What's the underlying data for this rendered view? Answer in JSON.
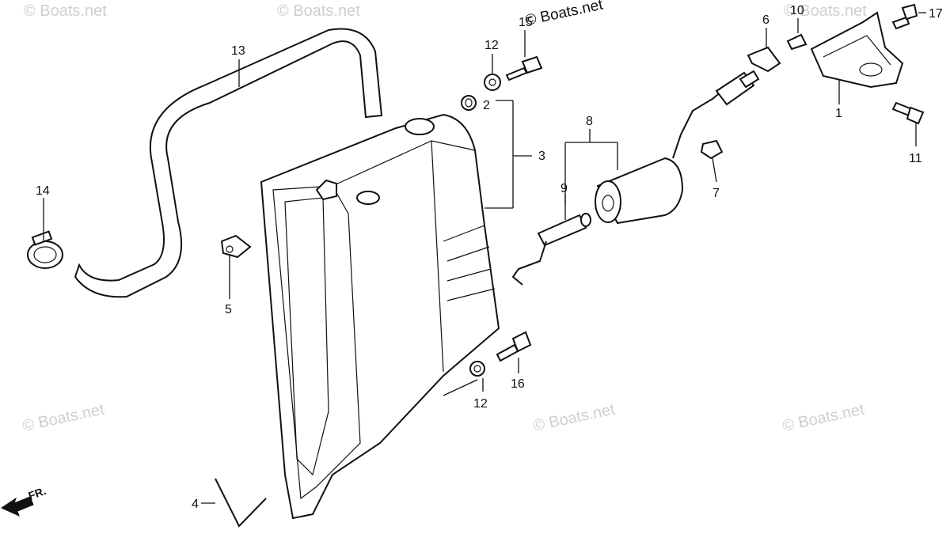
{
  "watermark": {
    "text": "© Boats.net"
  },
  "callouts": {
    "c1": "1",
    "c2": "2",
    "c3": "3",
    "c4": "4",
    "c5": "5",
    "c6": "6",
    "c7": "7",
    "c8": "8",
    "c9": "9",
    "c10": "10",
    "c11": "11",
    "c12_top": "12",
    "c12_bottom": "12",
    "c13": "13",
    "c14": "14",
    "c15": "15",
    "c16": "16",
    "c17": "17"
  },
  "direction": {
    "label": "FR."
  }
}
